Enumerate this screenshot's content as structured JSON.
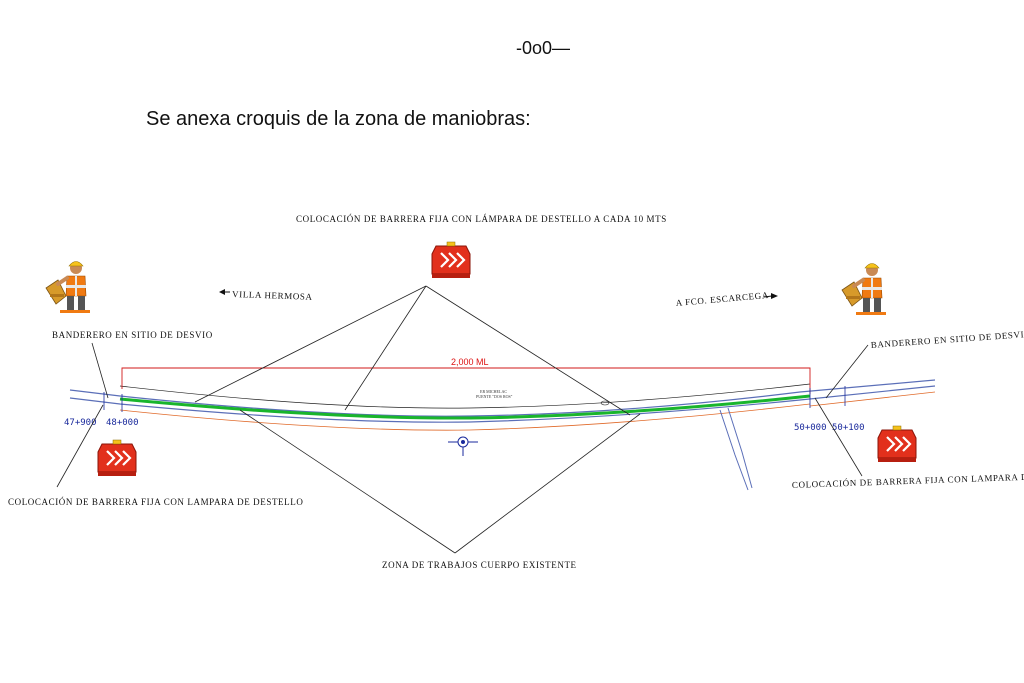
{
  "document": {
    "separator": "-0o0—",
    "intro": "Se anexa croquis de la zona de maniobras:"
  },
  "sketch": {
    "labels": {
      "barrier_top": "COLOCACIÓN DE BARRERA FIJA CON LÁMPARA DE DESTELLO A CADA 10 MTS",
      "flagger_left": "BANDERERO EN SITIO DE DESVIO",
      "flagger_right": "BANDERERO EN SITIO DE DESVIO",
      "barrier_left": "COLOCACIÓN DE BARRERA FIJA CON LAMPARA DE DESTELLO",
      "barrier_right": "COLOCACIÓN DE BARRERA FIJA CON LAMPARA DE DESTELLO",
      "work_zone": "ZONA DE TRABAJOS CUERPO EXISTENTE",
      "direction_left": "VILLA HERMOSA",
      "direction_right": "A FCO. ESCARCEGA",
      "distance": "2,000 ML",
      "bridge_line1": "ER MICHELAC",
      "bridge_line2": "PUENTE \"DOS ROS\""
    },
    "stations": [
      "47+900",
      "48+000",
      "50+000",
      "50+100"
    ],
    "colors": {
      "work_zone_line": "#19b52c",
      "distance_line": "#d11a1a",
      "station_text": "#1a2a9c",
      "barrier": "#e2301c",
      "worker_vest": "#f07a12",
      "worker_helmet": "#f6c21b"
    },
    "icons": [
      "flagger-worker-icon",
      "traffic-barrier-icon",
      "benchmark-marker-icon",
      "arrow-left-icon",
      "arrow-right-icon"
    ]
  }
}
